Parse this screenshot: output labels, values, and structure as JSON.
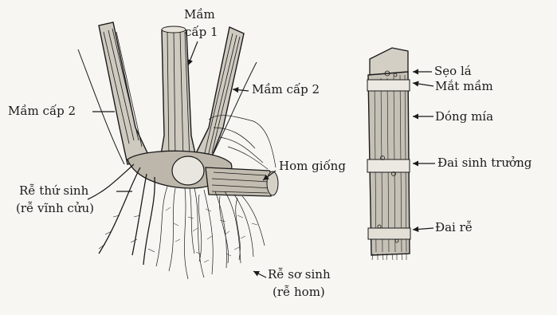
{
  "labels": {
    "mam_cap1_line1": "Mầm",
    "mam_cap1_line2": "cấp 1",
    "mam_cap2_right": "Mầm cấp 2",
    "mam_cap2_left": "Mầm cấp 2",
    "hom_giong": "Hom giống",
    "re_thu_sinh_line1": "Rễ thứ sinh",
    "re_thu_sinh_line2": "(rễ vĩnh cửu)",
    "re_so_sinh_line1": "Rễ sơ sinh",
    "re_so_sinh_line2": "(rễ hom)",
    "seo_la": "Sẹo lá",
    "mat_mam": "Mắt mầm",
    "dong_mia": "Dóng mía",
    "dai_sinh_truong": "Đai sinh trưởng",
    "dai_re": "Đai rễ"
  },
  "colors": {
    "ink": "#1a1a1a",
    "paper": "#f7f6f2"
  }
}
